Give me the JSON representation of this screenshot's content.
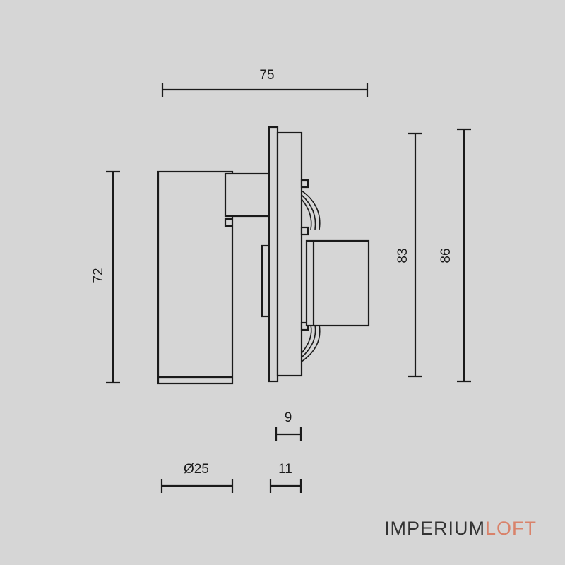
{
  "dimensions": {
    "overall_length": "75",
    "body_height": "72",
    "adapter_height": "83",
    "total_height": "86",
    "diameter": "Ø25",
    "adapter_depth": "9",
    "base_depth": "11"
  },
  "brand": {
    "name_part1": "IMPERIUM",
    "name_part2": "LOFT",
    "color_part1": "#333333",
    "color_part2": "#d9826a"
  },
  "colors": {
    "background": "#d6d6d6",
    "line": "#1a1a1a"
  }
}
